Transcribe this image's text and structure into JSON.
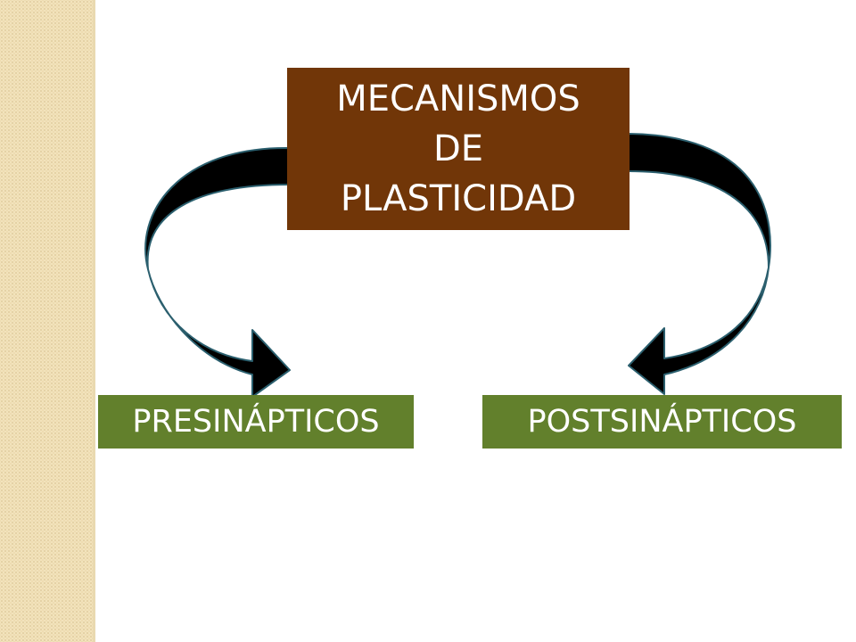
{
  "diagram": {
    "root": {
      "label": "MECANISMOS\nDE\nPLASTICIDAD"
    },
    "children": [
      {
        "label": "PRESINÁPTICOS"
      },
      {
        "label": "POSTSINÁPTICOS"
      }
    ]
  },
  "colors": {
    "root_fill": "#713608",
    "child_fill": "#62802c",
    "arrow_fill": "#000000",
    "arrow_outline": "#2b5f6e",
    "side_band": "#f2e3bc"
  }
}
